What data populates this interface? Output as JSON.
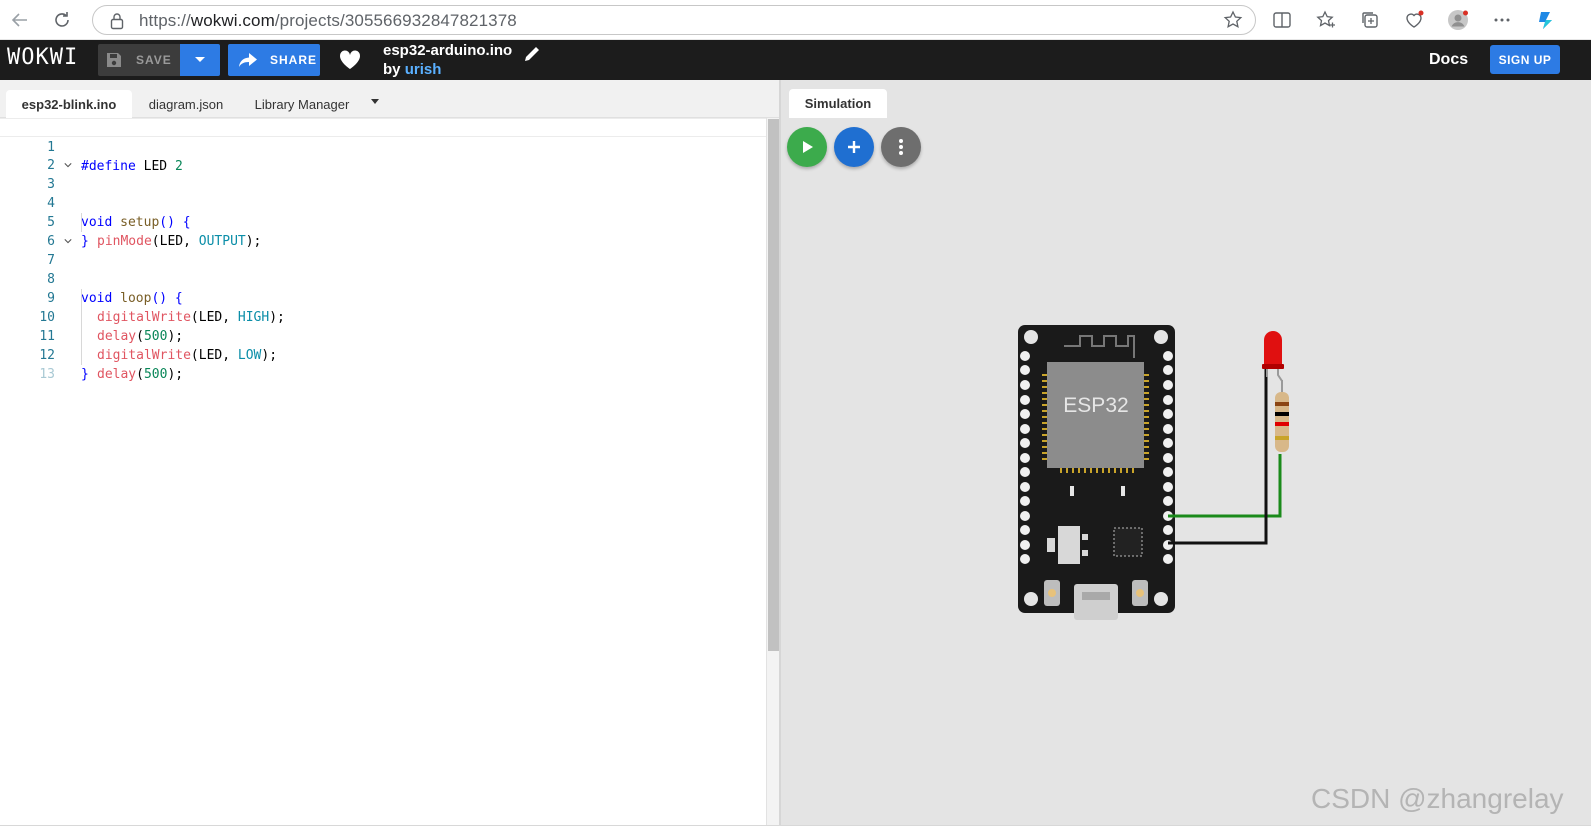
{
  "browser": {
    "url_prefix": "https://",
    "url_host": "wokwi.com",
    "url_path": "/projects/305566932847821378"
  },
  "header": {
    "logo": "WOKWI",
    "save_label": "SAVE",
    "share_label": "SHARE",
    "project_title": "esp32-arduino.ino",
    "by_label": "by",
    "author": "urish",
    "docs_label": "Docs",
    "signup_label": "SIGN UP"
  },
  "editor": {
    "tabs": [
      {
        "label": "esp32-blink.ino",
        "active": true
      },
      {
        "label": "diagram.json",
        "active": false
      },
      {
        "label": "Library Manager",
        "active": false
      }
    ],
    "line_numbers": [
      "1",
      "2",
      "3",
      "4",
      "5",
      "6",
      "7",
      "8",
      "9",
      "10",
      "11",
      "12",
      "13"
    ]
  },
  "code": {
    "l1_kw": "#define",
    "l1_rest": " LED ",
    "l1_num": "2",
    "l3_kw": "void",
    "l3_fn": " setup",
    "l3_rest": "() {",
    "l4_fn": "pinMode",
    "l4_a": "(LED, ",
    "l4_const": "OUTPUT",
    "l4_b": ");",
    "l5": "}",
    "l7_kw": "void",
    "l7_fn": " loop",
    "l7_rest": "() {",
    "l8_fn": "digitalWrite",
    "l8_a": "(LED, ",
    "l8_const": "HIGH",
    "l8_b": ");",
    "l9_fn": "delay",
    "l9_a": "(",
    "l9_num": "500",
    "l9_b": ");",
    "l10_fn": "digitalWrite",
    "l10_a": "(LED, ",
    "l10_const": "LOW",
    "l10_b": ");",
    "l11_fn": "delay",
    "l11_a": "(",
    "l11_num": "500",
    "l11_b": ");",
    "l12": "}"
  },
  "simulation": {
    "tab_label": "Simulation",
    "chip_label": "ESP32"
  },
  "watermark": "CSDN @zhangrelay",
  "colors": {
    "accent": "#2d7be4",
    "play": "#3cab4c",
    "header_bg": "#1c1c1c",
    "wire_green": "#1a8a1a",
    "led_red": "#e01010"
  }
}
